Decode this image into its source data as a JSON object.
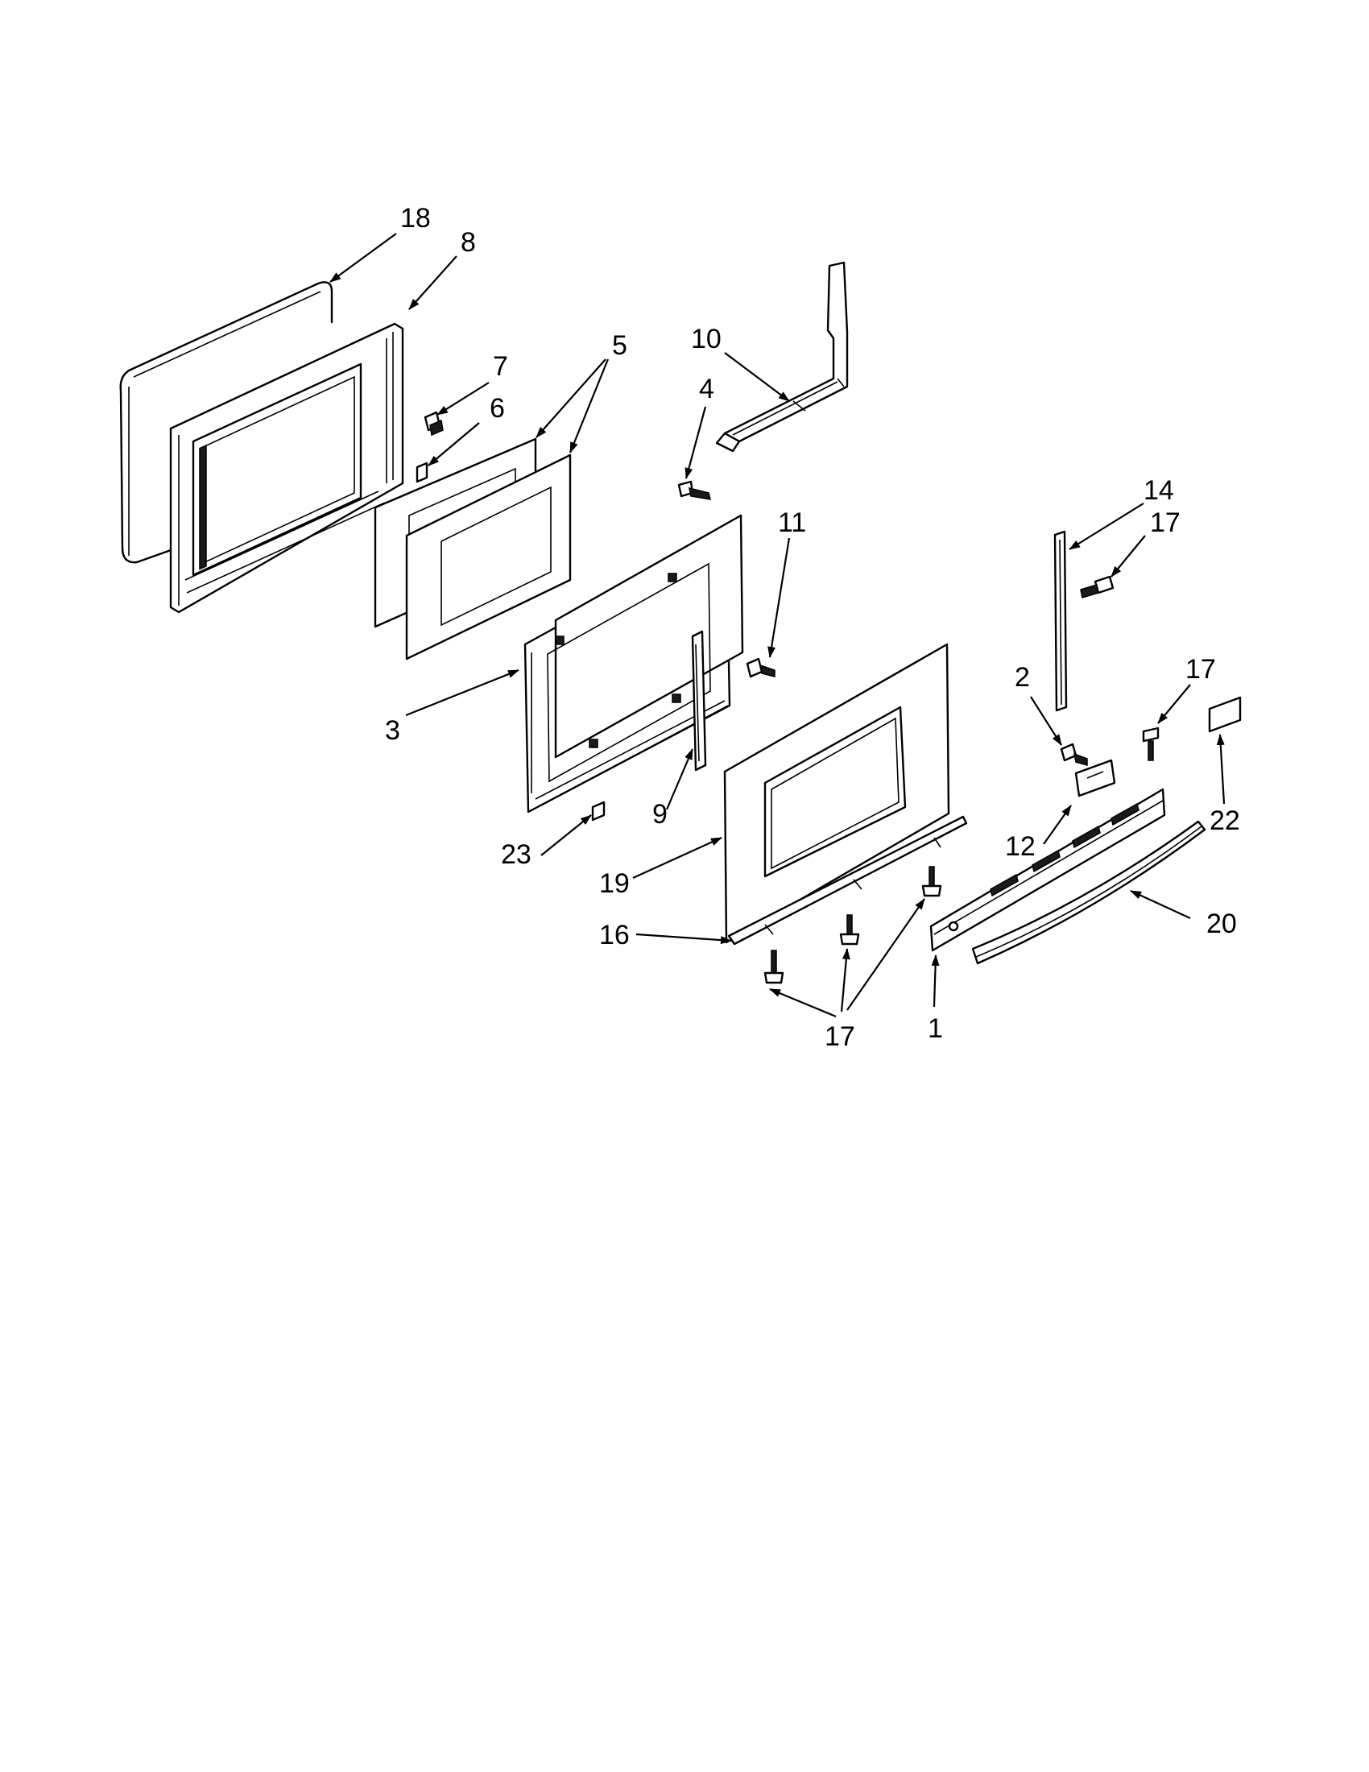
{
  "callouts": {
    "c1": "1",
    "c2": "2",
    "c3": "3",
    "c4": "4",
    "c5": "5",
    "c6": "6",
    "c7": "7",
    "c8": "8",
    "c9": "9",
    "c10": "10",
    "c11": "11",
    "c12": "12",
    "c14": "14",
    "c16": "16",
    "c17_top": "17",
    "c17_mid": "17",
    "c17_bottom": "17",
    "c18": "18",
    "c19": "19",
    "c20": "20",
    "c22": "22",
    "c23": "23"
  },
  "colors": {
    "line": "#000000",
    "background": "#ffffff"
  }
}
